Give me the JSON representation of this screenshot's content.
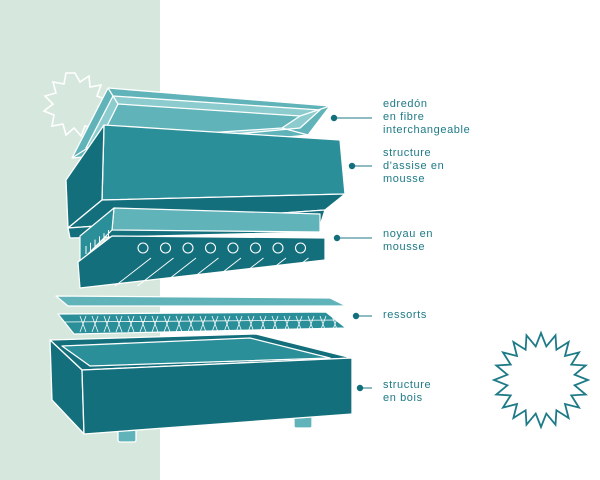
{
  "colors": {
    "panel": "#d6e8dd",
    "teal_dark": "#136f7b",
    "teal_mid": "#2a8f99",
    "teal_light": "#5fb3b9",
    "outline": "#ffffff",
    "text": "#1e7a86"
  },
  "decorations": {
    "left_burst": "outline-star-icon",
    "right_burst": "outline-star-icon"
  },
  "layers": [
    {
      "id": "duvet",
      "label": "edredón\nen fibre\ninterchangeable"
    },
    {
      "id": "seat",
      "label": "structure\nd'assise en\nmousse"
    },
    {
      "id": "core",
      "label": "noyau en\nmousse"
    },
    {
      "id": "springs",
      "label": "ressorts"
    },
    {
      "id": "frame",
      "label": "structure\nen bois"
    }
  ]
}
